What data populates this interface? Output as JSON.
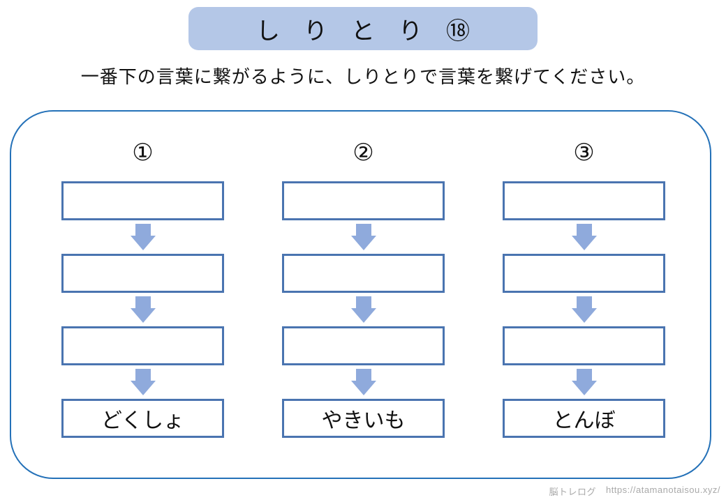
{
  "title": {
    "text": "し　り　と　り　⑱"
  },
  "instruction": "一番下の言葉に繋がるように、しりとりで言葉を繋げてください。",
  "columns": [
    {
      "number": "①",
      "boxes": [
        "",
        "",
        "",
        "どくしょ"
      ]
    },
    {
      "number": "②",
      "boxes": [
        "",
        "",
        "",
        "やきいも"
      ]
    },
    {
      "number": "③",
      "boxes": [
        "",
        "",
        "",
        "とんぼ"
      ]
    }
  ],
  "footer": {
    "site_name": "脳トレログ",
    "url": "https://atamanotaisou.xyz/"
  },
  "colors": {
    "banner_fill": "#b4c7e7",
    "box_border": "#4a74b0",
    "outer_border": "#2471b8",
    "arrow_fill": "#8faadc",
    "footer_text": "#a9a9a9"
  }
}
